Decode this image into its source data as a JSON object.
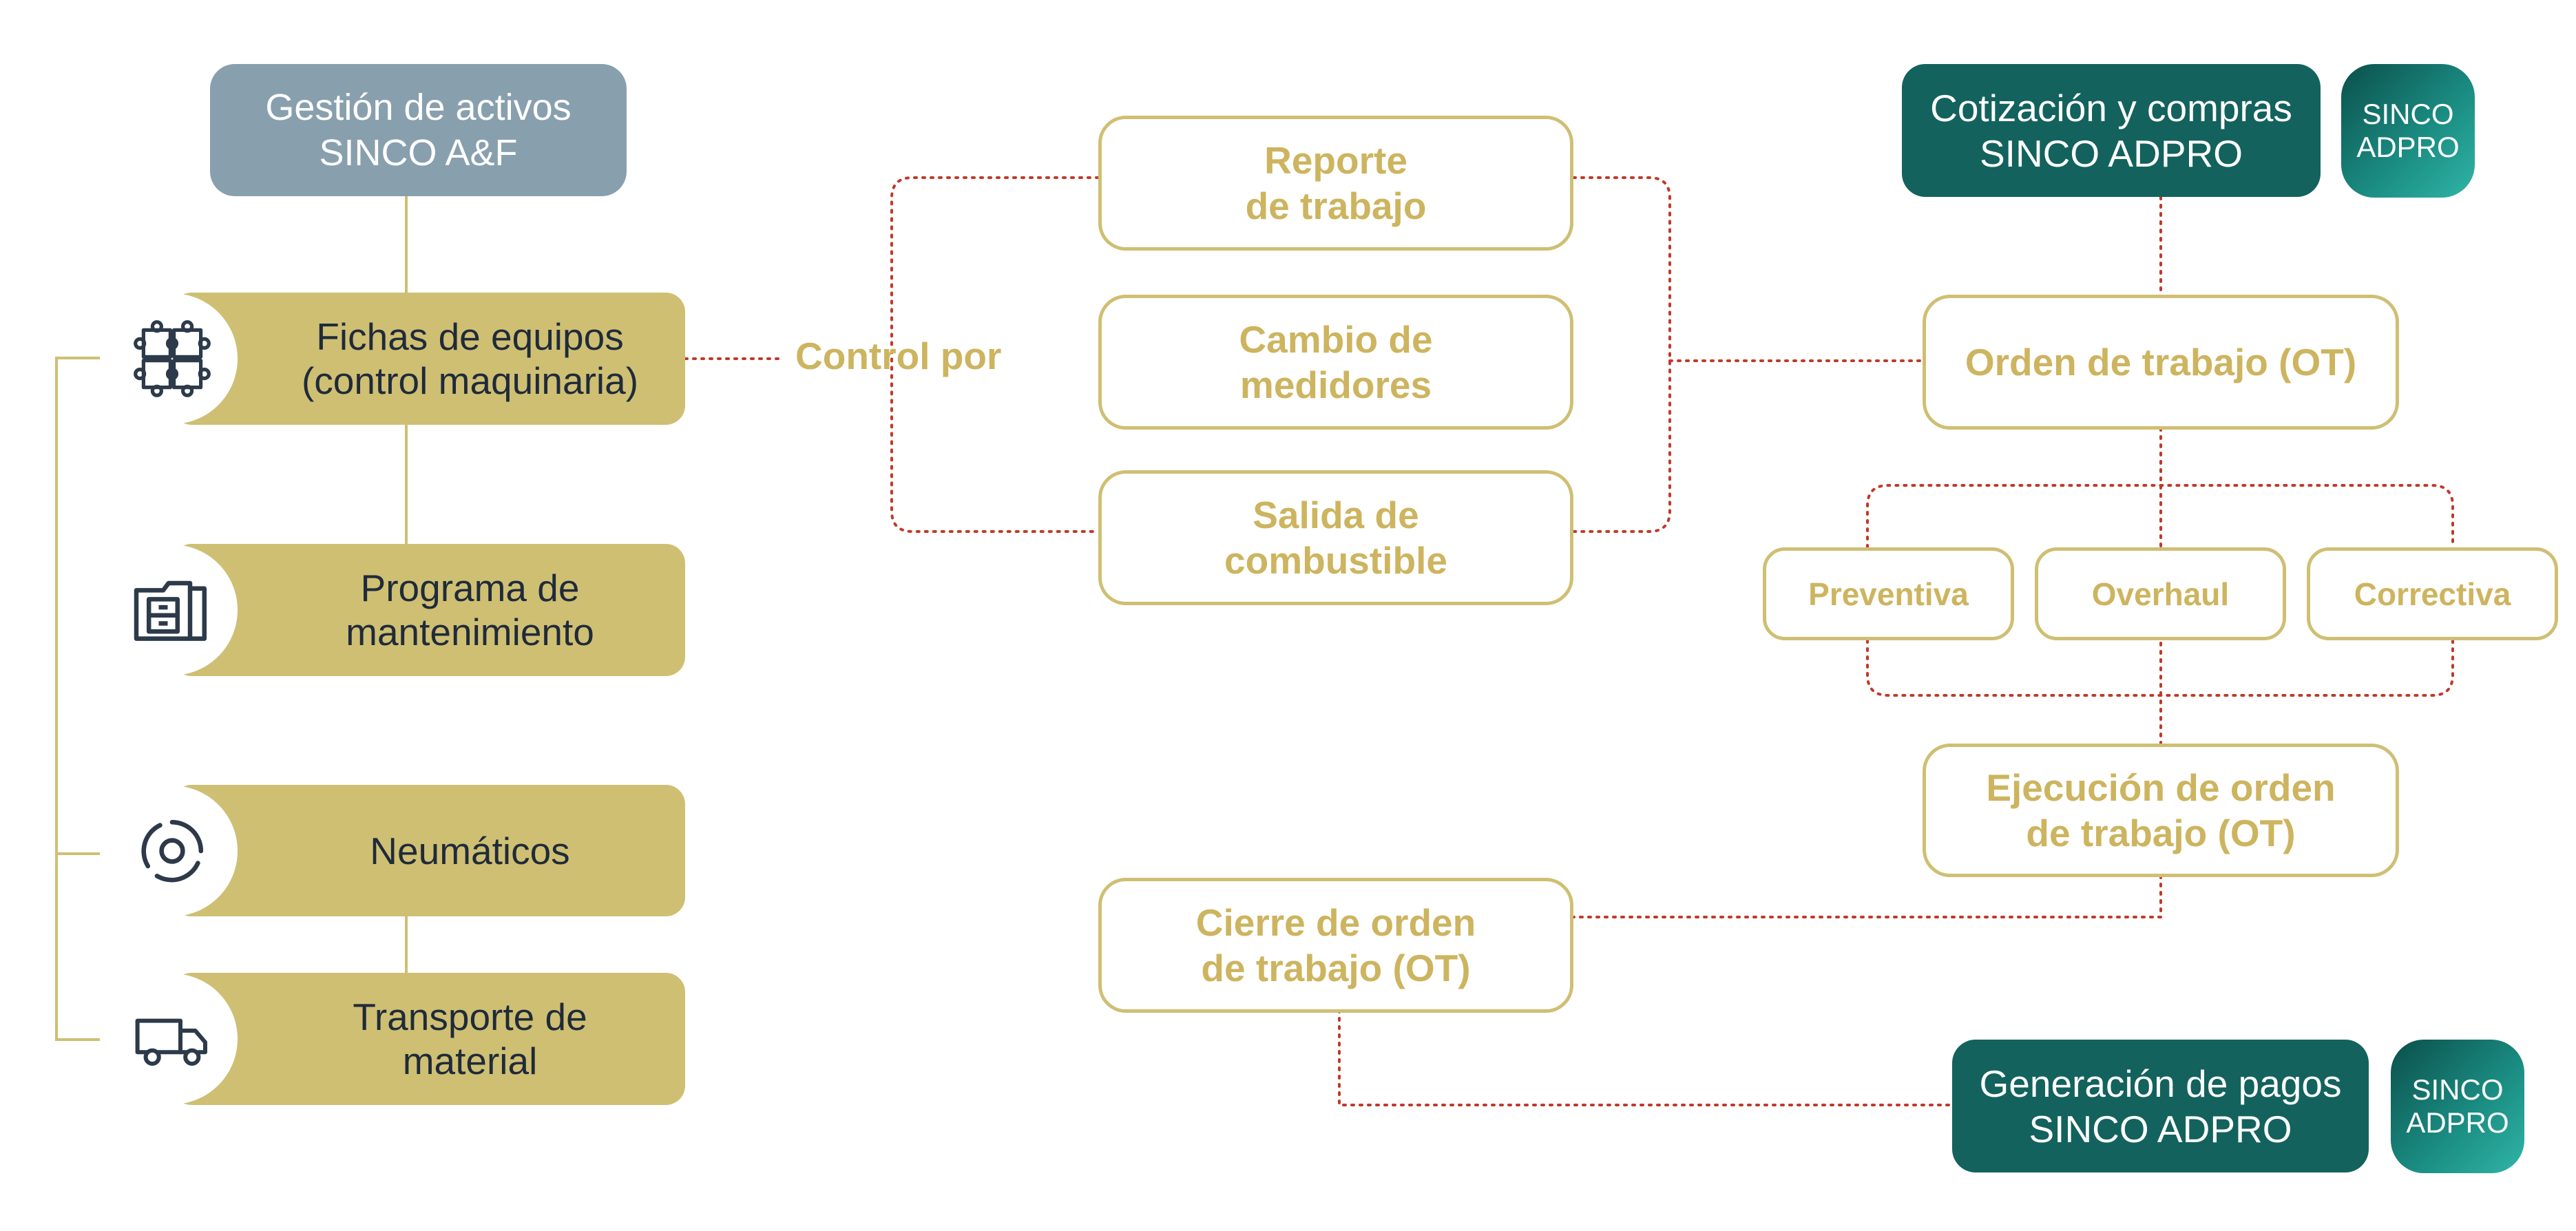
{
  "colors": {
    "gold": "#cfbf73",
    "gold_text": "#cdb45f",
    "teal": "#13625d",
    "slate": "#889fae",
    "dark_text": "#1f2b3a",
    "dotted_connector": "#c0392b"
  },
  "left_column": {
    "header": "Gestión de activos\nSINCO A&F",
    "items": [
      {
        "label": "Fichas de equipos\n(control maquinaria)",
        "icon": "puzzle-icon"
      },
      {
        "label": "Programa de\nmantenimiento",
        "icon": "folder-cabinet-icon"
      },
      {
        "label": "Neumáticos",
        "icon": "tire-icon"
      },
      {
        "label": "Transporte de\nmaterial",
        "icon": "truck-icon"
      }
    ]
  },
  "control_por": "Control por",
  "middle_column": {
    "controls": [
      "Reporte\nde trabajo",
      "Cambio de\nmedidores",
      "Salida de\ncombustible"
    ],
    "closure": "Cierre de orden\nde trabajo (OT)"
  },
  "right_column": {
    "quotation": "Cotización y compras\nSINCO ADPRO",
    "work_order": "Orden de trabajo (OT)",
    "types": [
      "Preventiva",
      "Overhaul",
      "Correctiva"
    ],
    "execution": "Ejecución de orden\nde trabajo (OT)",
    "payments": "Generación de pagos\nSINCO ADPRO"
  },
  "logo": {
    "line1": "SINCO",
    "line2": "ADPRO"
  }
}
